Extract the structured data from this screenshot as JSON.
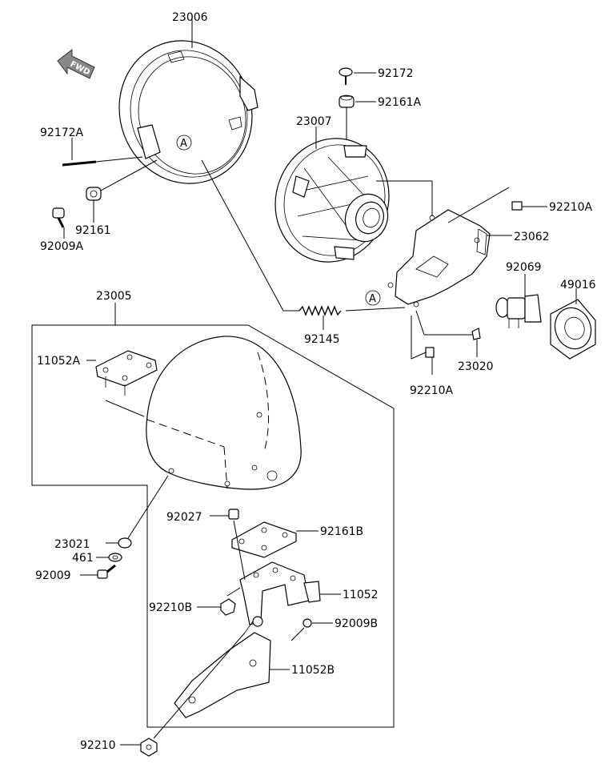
{
  "fwd_label": "FWD",
  "ref_mark": "A",
  "parts": {
    "p23006": "23006",
    "p92172": "92172",
    "p92161A": "92161A",
    "p23007": "23007",
    "p92172A": "92172A",
    "p92210A_top": "92210A",
    "p23062": "23062",
    "p92161": "92161",
    "p92009A": "92009A",
    "p92069": "92069",
    "p49016": "49016",
    "p23005": "23005",
    "p92145": "92145",
    "p23020": "23020",
    "p11052A": "11052A",
    "p92210A_bottom": "92210A",
    "p92027": "92027",
    "p92161B": "92161B",
    "p23021": "23021",
    "p461": "461",
    "p92009": "92009",
    "p11052": "11052",
    "p92210B": "92210B",
    "p92009B": "92009B",
    "p11052B": "11052B",
    "p92210": "92210"
  }
}
